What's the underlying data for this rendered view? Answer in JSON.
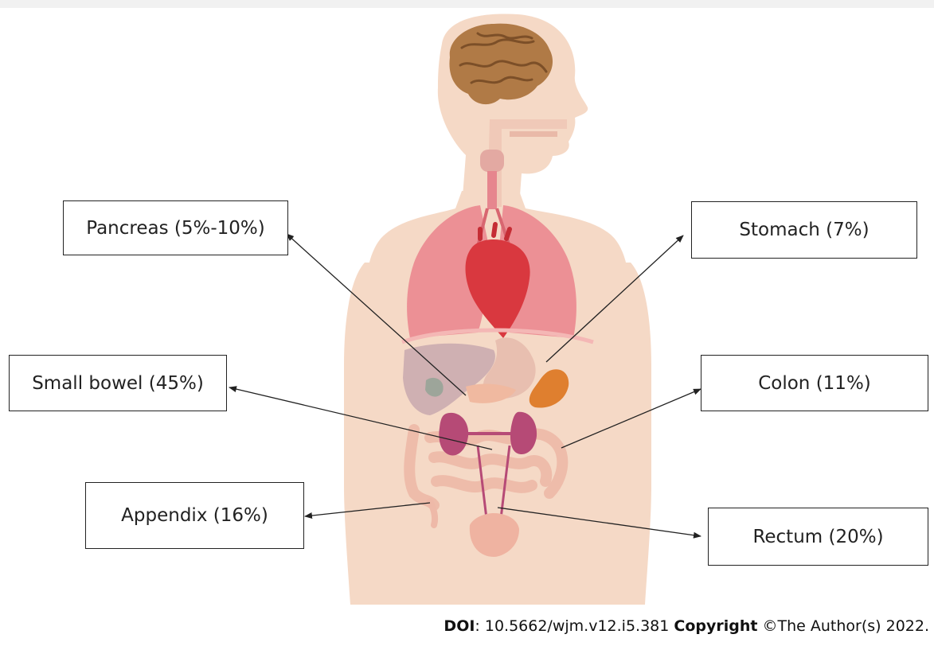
{
  "labels": {
    "pancreas": "Pancreas (5%-10%)",
    "stomach": "Stomach (7%)",
    "small_bowel": "Small bowel (45%)",
    "colon": "Colon (11%)",
    "appendix": "Appendix (16%)",
    "rectum": "Rectum (20%)"
  },
  "footer": {
    "doi_label": "DOI",
    "doi_value": ": 10.5662/wjm.v12.i5.381 ",
    "copyright_label": "Copyright",
    "copyright_value": " ©The Author(s) 2022."
  },
  "colors": {
    "skin": "#f5d9c6",
    "lung": "#ea8a90",
    "heart": "#d9383f",
    "liver": "#c8a8ae",
    "stomach": "#e8bfb0",
    "colon_orange": "#df7f2f",
    "kidney": "#b64a76",
    "intestine": "#eeb9a8",
    "brain": "#b07a46"
  }
}
